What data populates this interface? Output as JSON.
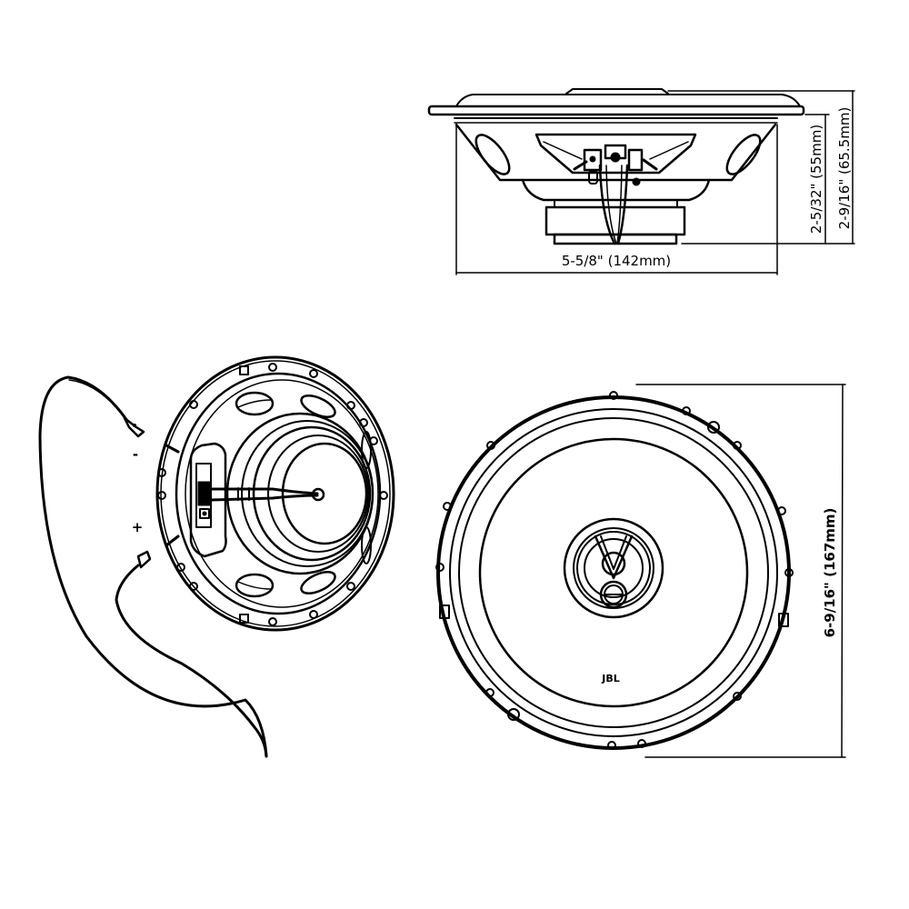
{
  "diagram": {
    "subject": "Coaxial car speaker technical drawing",
    "views": [
      "side-view",
      "rear-view-with-wires",
      "front-view"
    ],
    "colors": {
      "line": "#000000",
      "background": "#ffffff"
    },
    "side_view": {
      "width_label": "5-5/8\" (142mm)",
      "mount_depth_label": "2-5/32\" (55mm)",
      "total_depth_label": "2-9/16\" (65.5mm)"
    },
    "rear_view": {
      "negative_label": "-",
      "positive_label": "+"
    },
    "front_view": {
      "diameter_label": "6-9/16\" (167mm)",
      "brand_label": "JBL"
    }
  }
}
